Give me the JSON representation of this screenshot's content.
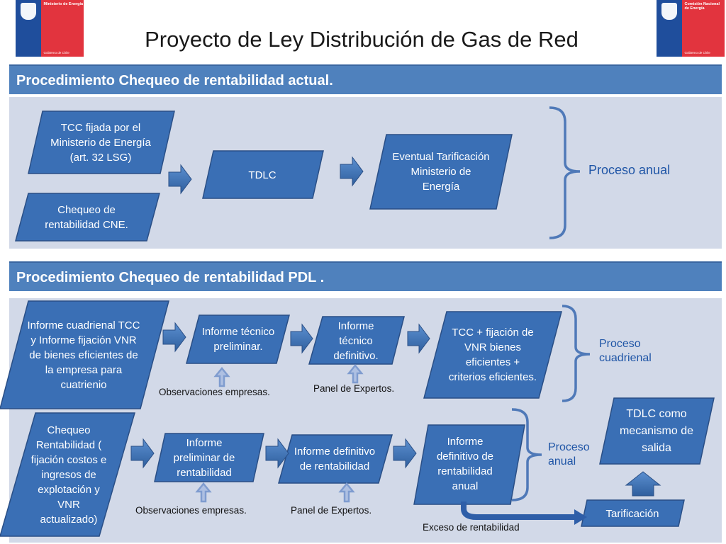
{
  "logos": {
    "left": {
      "ministry": "Ministerio de Energía",
      "gov": "Gobierno de Chile"
    },
    "right": {
      "ministry": "Comisión Nacional de Energía",
      "gov": "Gobierno de Chile"
    }
  },
  "title": "Proyecto de Ley Distribución de Gas de Red",
  "section1": {
    "header": "Procedimiento Chequeo de rentabilidad  actual.",
    "tcc": "TCC fijada por el Ministerio de Energía (art. 32 LSG)",
    "chequeo": "Chequeo de rentabilidad CNE.",
    "tdlc": "TDLC",
    "eventual": "Eventual Tarificación Ministerio de Energía",
    "bracket_label": "Proceso anual"
  },
  "section2": {
    "header": "Procedimiento Chequeo de rentabilidad  PDL .",
    "informe_cuadrienal": "Informe cuadrienal TCC y  Informe fijación VNR de bienes eficientes de la empresa para cuatrienio",
    "tec_prelim": "Informe técnico preliminar.",
    "tec_def": "Informe técnico definitivo.",
    "tcc_vnr": "TCC + fijación de VNR bienes eficientes + criterios eficientes.",
    "obs1": "Observaciones empresas.",
    "panel1": "Panel de Expertos.",
    "proceso_cuadrienal": "Proceso cuadrienal",
    "chequeo_rent": "Chequeo Rentabilidad ( fijación costos e ingresos de explotación y VNR actualizado)",
    "prelim_rent": "Informe preliminar de rentabilidad",
    "def_rent": "Informe definitivo de rentabilidad",
    "def_anual": "Informe definitivo de rentabilidad anual",
    "obs2": "Observaciones empresas.",
    "panel2": "Panel de Expertos.",
    "proceso_anual": "Proceso anual",
    "tdlc_salida": "TDLC como mecanismo de salida",
    "tarificacion": "Tarificación",
    "exceso": "Exceso de rentabilidad"
  },
  "colors": {
    "shape_fill": "#3a6fb5",
    "shape_border": "#2a4f86",
    "bar": "#4f81bd",
    "panel": "#d2d9e8",
    "accent_text": "#1f55a6"
  }
}
